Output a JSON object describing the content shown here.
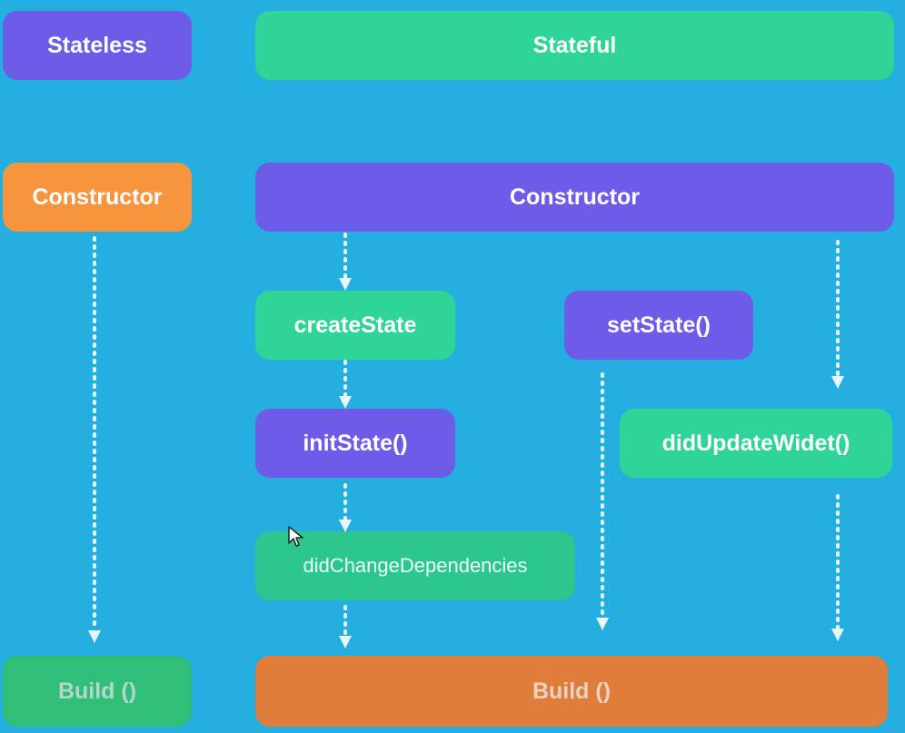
{
  "stateless": {
    "header": "Stateless",
    "constructor": "Constructor",
    "build": "Build ()"
  },
  "stateful": {
    "header": "Stateful",
    "constructor": "Constructor",
    "create_state": "createState",
    "init_state": "initState()",
    "did_change_dependencies": "didChangeDependencies",
    "set_state": "setState()",
    "did_update_widget": "didUpdateWidet()",
    "build": "Build ()"
  },
  "colors": {
    "background": "#25aee0",
    "purple": "#6c5ce7",
    "green": "#2fd497",
    "orange": "#f7953f",
    "arrow": "#e6f6fb"
  }
}
